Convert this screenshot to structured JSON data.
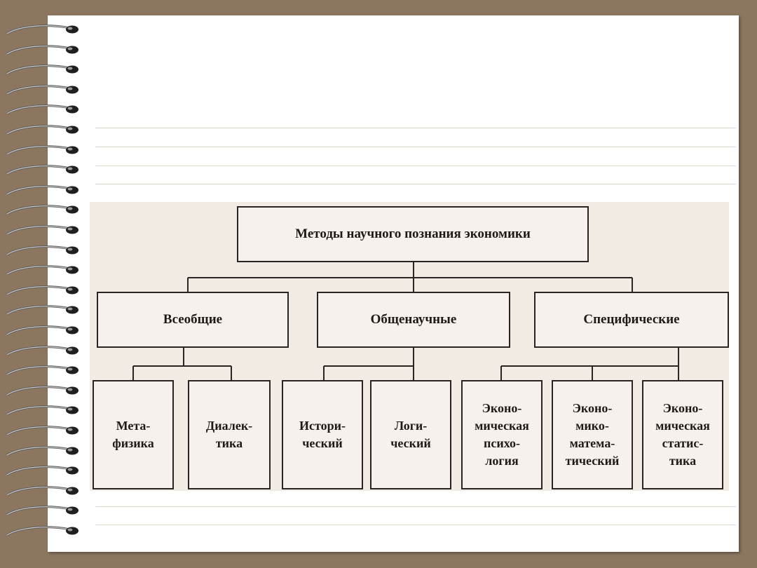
{
  "diagram": {
    "root": "Методы научного познания экономики",
    "groups": [
      {
        "label": "Всеобщие",
        "children": [
          "Мета-\nфизика",
          "Диалек-\nтика"
        ]
      },
      {
        "label": "Общенаучные",
        "children": [
          "Истори-\nческий",
          "Логи-\nческий"
        ]
      },
      {
        "label": "Специфические",
        "children": [
          "Эконо-\nмическая\nпсихо-\nлогия",
          "Эконо-\nмико-\nматема-\nтический",
          "Эконо-\nмическая\nстатис-\nтика"
        ]
      }
    ]
  },
  "colors": {
    "background": "#8c7660",
    "paper": "#ffffff",
    "line": "#2a2522"
  }
}
